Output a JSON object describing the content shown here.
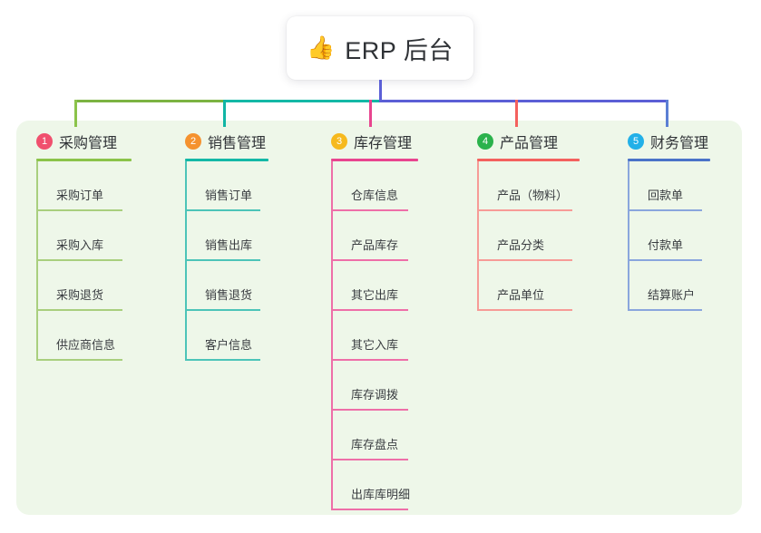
{
  "root": {
    "emoji": "👍",
    "emoji_name": "thumbs-up-emoji",
    "title": "ERP 后台"
  },
  "colors": {
    "panel_bg": "#eef7e9",
    "page_bg": "#ffffff",
    "card_bg": "#ffffff",
    "text": "#2f3236",
    "bus_left_green": "#7cb342",
    "bus_mid_teal": "#14b8a6",
    "bus_right_purple": "#5b5fd6",
    "drop_col1": "#8bc34a",
    "drop_col2": "#11b5a5",
    "drop_col3": "#e8458f",
    "drop_col4": "#f4615e",
    "drop_col5": "#5b7fd4"
  },
  "columns": [
    {
      "number": "1",
      "title": "采购管理",
      "badge_color": "#f0506e",
      "line_color": "#8bc34a",
      "leaf_line_color": "#a9cf7e",
      "items": [
        "采购订单",
        "采购入库",
        "采购退货",
        "供应商信息"
      ]
    },
    {
      "number": "2",
      "title": "销售管理",
      "badge_color": "#f5922f",
      "line_color": "#14b8a6",
      "leaf_line_color": "#4cc4b8",
      "items": [
        "销售订单",
        "销售出库",
        "销售退货",
        "客户信息"
      ]
    },
    {
      "number": "3",
      "title": "库存管理",
      "badge_color": "#f6b91d",
      "line_color": "#e8458f",
      "leaf_line_color": "#ee6fa8",
      "items": [
        "仓库信息",
        "产品库存",
        "其它出库",
        "其它入库",
        "库存调拨",
        "库存盘点",
        "出库库明细"
      ]
    },
    {
      "number": "4",
      "title": "产品管理",
      "badge_color": "#2bb24c",
      "line_color": "#f4615e",
      "leaf_line_color": "#f79b97",
      "items": [
        "产品（物料）",
        "产品分类",
        "产品单位"
      ]
    },
    {
      "number": "5",
      "title": "财务管理",
      "badge_color": "#22b0e8",
      "line_color": "#4a73c8",
      "leaf_line_color": "#8aa6dd",
      "items": [
        "回款单",
        "付款单",
        "结算账户"
      ]
    }
  ]
}
